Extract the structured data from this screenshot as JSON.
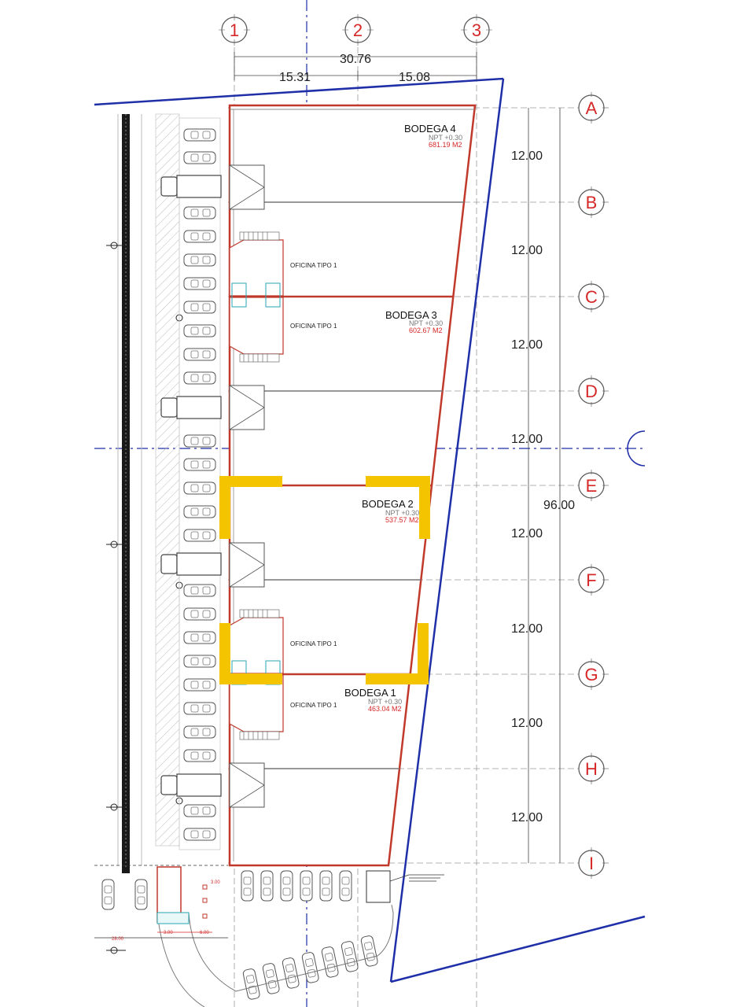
{
  "grid": {
    "columns": [
      "1",
      "2",
      "3"
    ],
    "rows": [
      "A",
      "B",
      "C",
      "D",
      "E",
      "F",
      "G",
      "H",
      "I"
    ]
  },
  "dimensions": {
    "total_width": "30.76",
    "col_1_2": "15.31",
    "col_2_3": "15.08",
    "row_spacing": "12.00",
    "total_length": "96.00"
  },
  "bodegas": [
    {
      "name": "BODEGA 4",
      "npt": "NPT +0.30",
      "area": "681.19 M2"
    },
    {
      "name": "BODEGA 3",
      "npt": "NPT +0.30",
      "area": "602.67 M2"
    },
    {
      "name": "BODEGA 2",
      "npt": "NPT +0.30",
      "area": "537.57 M2"
    },
    {
      "name": "BODEGA 1",
      "npt": "NPT +0.30",
      "area": "463.04 M2"
    }
  ],
  "offices": [
    "OFICINA TIPO 1",
    "OFICINA TIPO 1",
    "OFICINA TIPO 1",
    "OFICINA TIPO 1"
  ],
  "small_dims": {
    "a": "3.00",
    "b": "3.00",
    "c": "6.00",
    "d": "28.00"
  },
  "colors": {
    "wall": "#c0392b",
    "boundary": "#1f2fa8",
    "highlight": "#f5c400",
    "grid": "#9a9a9a",
    "text_red": "#d62828"
  }
}
